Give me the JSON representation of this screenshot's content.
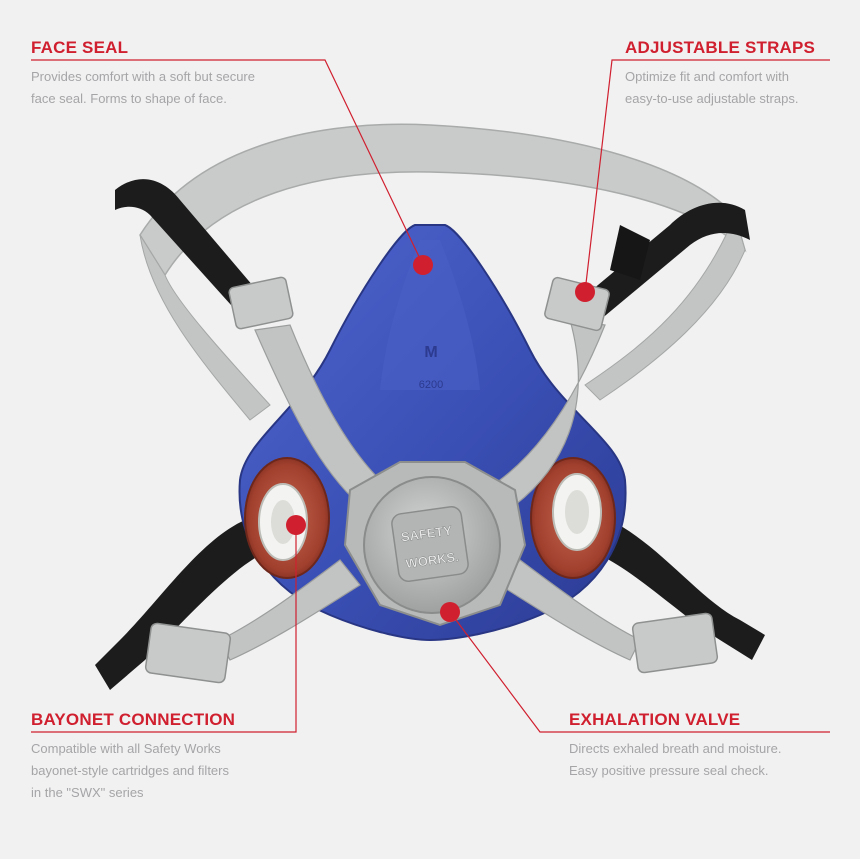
{
  "callouts": {
    "face_seal": {
      "title": "FACE SEAL",
      "desc_line1": "Provides comfort with a soft but secure",
      "desc_line2": "face seal. Forms to shape of face."
    },
    "adjustable_straps": {
      "title": "ADJUSTABLE STRAPS",
      "desc_line1": "Optimize fit and comfort with",
      "desc_line2": "easy-to-use adjustable straps."
    },
    "bayonet_connection": {
      "title": "BAYONET CONNECTION",
      "desc_line1": "Compatible with all Safety Works",
      "desc_line2": "bayonet-style cartridges and filters",
      "desc_line3": "in the \"SWX\" series"
    },
    "exhalation_valve": {
      "title": "EXHALATION VALVE",
      "desc_line1": "Directs exhaled breath and moisture.",
      "desc_line2": "Easy positive pressure seal check."
    }
  },
  "product": {
    "size_mark": "M",
    "model_mark": "6200",
    "logo_line1": "SAFETY",
    "logo_line2": "WORKS."
  },
  "colors": {
    "accent_red": "#d0202f",
    "mask_blue": "#3a4fb4",
    "strap_gray": "#c2c4c4",
    "cartridge_red": "#a2402e",
    "background": "#f1f1f2"
  }
}
